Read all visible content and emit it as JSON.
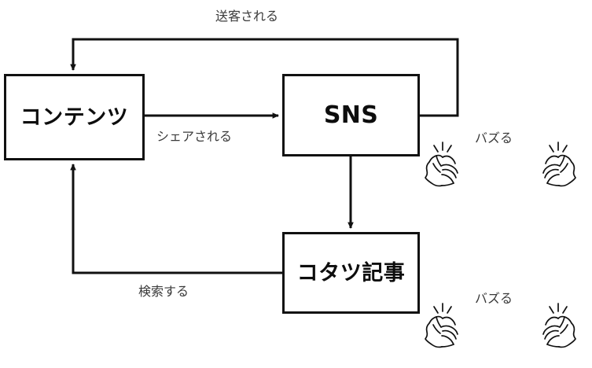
{
  "diagram": {
    "background_color": "#ffffff",
    "line_color": "#111111",
    "node_text_color": "#0d0d0d",
    "edge_label_color": "#3a3a3a",
    "nodes": [
      {
        "id": "content",
        "label": "コンテンツ"
      },
      {
        "id": "sns",
        "label": "SNS"
      },
      {
        "id": "article",
        "label": "コタツ記事"
      }
    ],
    "edges": [
      {
        "id": "share",
        "from": "content",
        "to": "sns",
        "label": "シェアされる"
      },
      {
        "id": "soukyaku",
        "from": "sns",
        "to": "content",
        "label": "送客される"
      },
      {
        "id": "post",
        "from": "sns",
        "to": "article",
        "label": ""
      },
      {
        "id": "kensaku",
        "from": "article",
        "to": "content",
        "label": "検索する"
      }
    ],
    "annotations": [
      {
        "id": "buzz-top",
        "label": "バズる"
      },
      {
        "id": "buzz-bottom",
        "label": "バズる"
      }
    ],
    "icons": [
      {
        "id": "clap-top-left",
        "name": "clapping-hands-icon"
      },
      {
        "id": "clap-top-right",
        "name": "clapping-hands-icon"
      },
      {
        "id": "clap-bottom-left",
        "name": "clapping-hands-icon"
      },
      {
        "id": "clap-bottom-right",
        "name": "clapping-hands-icon"
      }
    ]
  }
}
